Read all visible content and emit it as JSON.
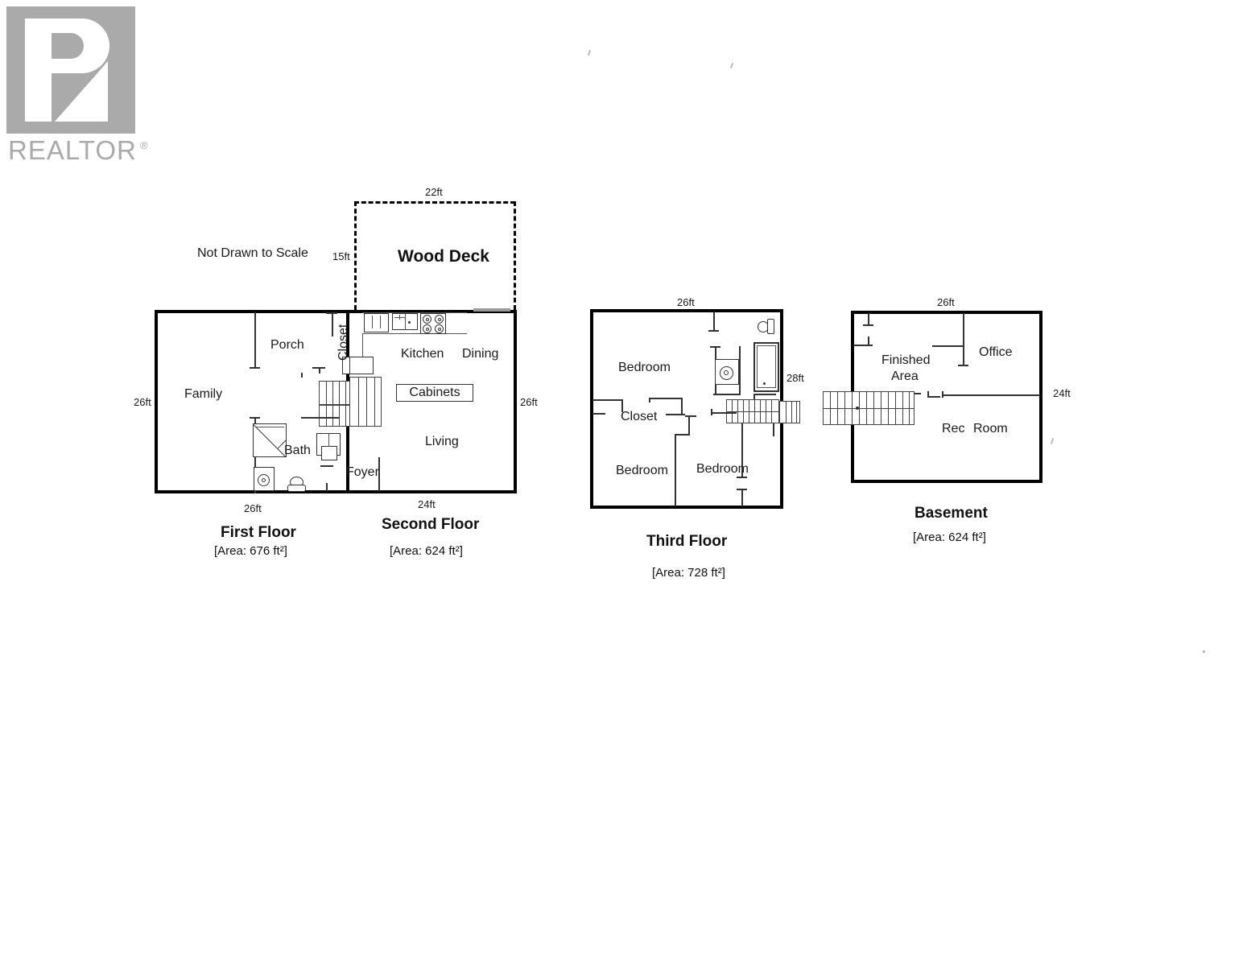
{
  "logo": {
    "name": "REALTOR",
    "wordmark": "REALTOR",
    "registered_mark": "®",
    "color": "#aaaaaa"
  },
  "notes": {
    "scale_note": "Not Drawn to Scale"
  },
  "deck": {
    "label": "Wood Deck",
    "width_label": "22ft",
    "height_label": "15ft"
  },
  "plans": [
    {
      "id": "first-floor",
      "title": "First Floor",
      "area": "[Area: 676 ft²]",
      "dims": {
        "left": "26ft",
        "bottom": "26ft"
      },
      "rooms": [
        "Family",
        "Porch",
        "Closet",
        "Bath"
      ]
    },
    {
      "id": "second-floor",
      "title": "Second Floor",
      "area": "[Area: 624 ft²]",
      "dims": {
        "right": "26ft",
        "bottom": "24ft"
      },
      "rooms": [
        "Kitchen",
        "Dining",
        "Cabinets",
        "Living",
        "Foyer"
      ]
    },
    {
      "id": "third-floor",
      "title": "Third Floor",
      "area": "[Area: 728 ft²]",
      "dims": {
        "top": "26ft",
        "right": "28ft"
      },
      "rooms": [
        "Bedroom",
        "Closet",
        "Bedroom",
        "Bedroom"
      ]
    },
    {
      "id": "basement",
      "title": "Basement",
      "area": "[Area: 624 ft²]",
      "dims": {
        "top": "26ft",
        "right": "24ft"
      },
      "rooms": [
        "Finished Area",
        "Office",
        "Rec",
        "Room"
      ]
    }
  ],
  "labels": {
    "family": "Family",
    "porch": "Porch",
    "closet_first": "Closet",
    "bath": "Bath",
    "foyer": "Foyer",
    "kitchen": "Kitchen",
    "dining": "Dining",
    "cabinets": "Cabinets",
    "living": "Living",
    "bedroom_1": "Bedroom",
    "bedroom_2": "Bedroom",
    "bedroom_3": "Bedroom",
    "closet_third": "Closet",
    "finished_area_line1": "Finished",
    "finished_area_line2": "Area",
    "office": "Office",
    "rec": "Rec",
    "room": "Room"
  },
  "dimensions": {
    "first_left": "26ft",
    "first_bottom": "26ft",
    "second_right": "26ft",
    "second_bottom": "24ft",
    "third_top": "26ft",
    "third_right": "28ft",
    "basement_top": "26ft",
    "basement_right": "24ft",
    "deck_top": "22ft",
    "deck_left": "15ft"
  },
  "titles": {
    "first": "First Floor",
    "second": "Second Floor",
    "third": "Third Floor",
    "basement": "Basement"
  },
  "areas": {
    "first": "[Area: 676 ft²]",
    "second": "[Area: 624 ft²]",
    "third": "[Area: 728 ft²]",
    "basement": "[Area: 624 ft²]"
  },
  "colors": {
    "wall": "#000000",
    "partition": "#333333",
    "logo_gray": "#aaaaaa",
    "background": "#ffffff"
  }
}
